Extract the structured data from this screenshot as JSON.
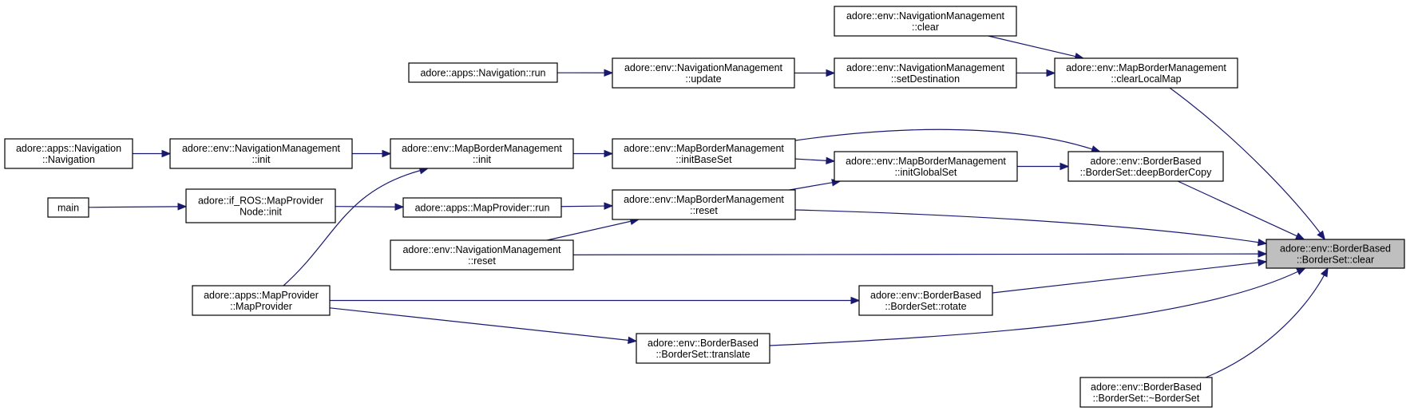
{
  "graph": {
    "nodes": [
      {
        "id": "focus",
        "lines": [
          "adore::env::BorderBased",
          "::BorderSet::clear"
        ],
        "focus": true
      },
      {
        "id": "nm_clear",
        "lines": [
          "adore::env::NavigationManagement",
          "::clear"
        ]
      },
      {
        "id": "nav_run",
        "lines": [
          "adore::apps::Navigation::run"
        ]
      },
      {
        "id": "nm_update",
        "lines": [
          "adore::env::NavigationManagement",
          "::update"
        ]
      },
      {
        "id": "nm_setdest",
        "lines": [
          "adore::env::NavigationManagement",
          "::setDestination"
        ]
      },
      {
        "id": "mbm_clearlocal",
        "lines": [
          "adore::env::MapBorderManagement",
          "::clearLocalMap"
        ]
      },
      {
        "id": "nav_ctor",
        "lines": [
          "adore::apps::Navigation",
          "::Navigation"
        ]
      },
      {
        "id": "nm_init",
        "lines": [
          "adore::env::NavigationManagement",
          "::init"
        ]
      },
      {
        "id": "mbm_init",
        "lines": [
          "adore::env::MapBorderManagement",
          "::init"
        ]
      },
      {
        "id": "mbm_initbase",
        "lines": [
          "adore::env::MapBorderManagement",
          "::initBaseSet"
        ]
      },
      {
        "id": "mbm_initglobal",
        "lines": [
          "adore::env::MapBorderManagement",
          "::initGlobalSet"
        ]
      },
      {
        "id": "bs_deepcopy",
        "lines": [
          "adore::env::BorderBased",
          "::BorderSet::deepBorderCopy"
        ]
      },
      {
        "id": "main",
        "lines": [
          "main"
        ]
      },
      {
        "id": "ros_init",
        "lines": [
          "adore::if_ROS::MapProvider",
          "Node::init"
        ]
      },
      {
        "id": "mp_run",
        "lines": [
          "adore::apps::MapProvider::run"
        ]
      },
      {
        "id": "mbm_reset",
        "lines": [
          "adore::env::MapBorderManagement",
          "::reset"
        ]
      },
      {
        "id": "nm_reset",
        "lines": [
          "adore::env::NavigationManagement",
          "::reset"
        ]
      },
      {
        "id": "mp_ctor",
        "lines": [
          "adore::apps::MapProvider",
          "::MapProvider"
        ]
      },
      {
        "id": "bs_rotate",
        "lines": [
          "adore::env::BorderBased",
          "::BorderSet::rotate"
        ]
      },
      {
        "id": "bs_translate",
        "lines": [
          "adore::env::BorderBased",
          "::BorderSet::translate"
        ]
      },
      {
        "id": "bs_dtor",
        "lines": [
          "adore::env::BorderBased",
          "::BorderSet::~BorderSet"
        ]
      }
    ],
    "edges": [
      {
        "from": "nm_clear",
        "to": "mbm_clearlocal"
      },
      {
        "from": "nav_run",
        "to": "nm_update"
      },
      {
        "from": "nm_update",
        "to": "nm_setdest"
      },
      {
        "from": "nm_setdest",
        "to": "mbm_clearlocal"
      },
      {
        "from": "mbm_clearlocal",
        "to": "focus"
      },
      {
        "from": "nav_ctor",
        "to": "nm_init"
      },
      {
        "from": "nm_init",
        "to": "mbm_init"
      },
      {
        "from": "mbm_init",
        "to": "mbm_initbase"
      },
      {
        "from": "mbm_initbase",
        "to": "bs_deepcopy"
      },
      {
        "from": "mbm_initbase",
        "to": "mbm_initglobal"
      },
      {
        "from": "mbm_initglobal",
        "to": "bs_deepcopy"
      },
      {
        "from": "bs_deepcopy",
        "to": "focus"
      },
      {
        "from": "main",
        "to": "ros_init"
      },
      {
        "from": "ros_init",
        "to": "mp_run"
      },
      {
        "from": "mp_run",
        "to": "mbm_reset"
      },
      {
        "from": "mbm_reset",
        "to": "mbm_initglobal"
      },
      {
        "from": "mbm_reset",
        "to": "focus"
      },
      {
        "from": "nm_reset",
        "to": "mbm_reset"
      },
      {
        "from": "nm_reset",
        "to": "focus"
      },
      {
        "from": "mp_ctor",
        "to": "mbm_init"
      },
      {
        "from": "mp_ctor",
        "to": "bs_rotate"
      },
      {
        "from": "mp_ctor",
        "to": "bs_translate"
      },
      {
        "from": "bs_rotate",
        "to": "focus"
      },
      {
        "from": "bs_translate",
        "to": "focus"
      },
      {
        "from": "bs_dtor",
        "to": "focus"
      }
    ]
  },
  "colors": {
    "edge": "#191970",
    "node_border": "#000000",
    "node_fill": "#ffffff",
    "focus_fill": "#bfbfbf"
  }
}
